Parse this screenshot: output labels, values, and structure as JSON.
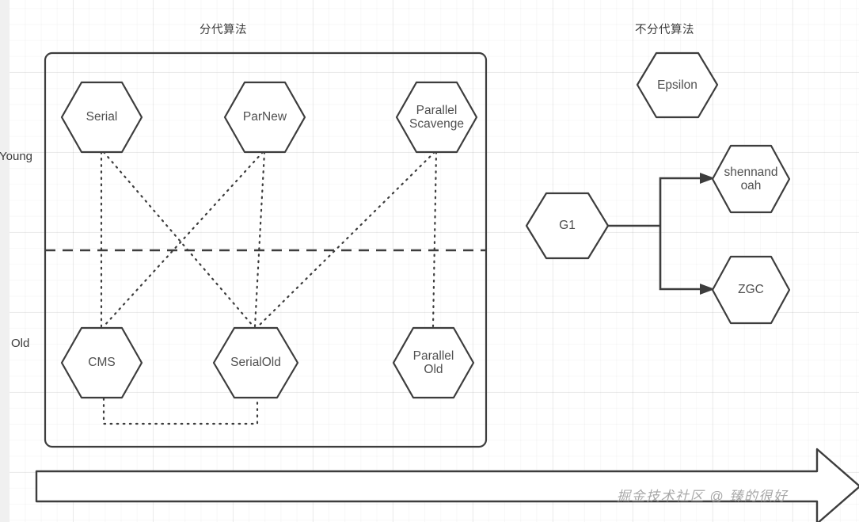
{
  "diagram": {
    "titles": {
      "generational": "分代算法",
      "non_generational": "不分代算法"
    },
    "axis_labels": {
      "young": "Young",
      "old": "Old"
    },
    "watermark": "掘金技术社区 @ 臻的很好",
    "colors": {
      "stroke": "#3d3d3d",
      "text": "#4f4f4f",
      "grid_minor": "#f2f2f2",
      "grid_major": "#e8e8e8",
      "gutter": "#f0f0f0",
      "watermark": "#9a9a9a"
    },
    "generational_group": {
      "young_collectors": [
        {
          "id": "serial",
          "label": "Serial"
        },
        {
          "id": "parnew",
          "label": "ParNew"
        },
        {
          "id": "parallel-scavenge",
          "label": "Parallel\nScavenge"
        }
      ],
      "old_collectors": [
        {
          "id": "cms",
          "label": "CMS"
        },
        {
          "id": "serialold",
          "label": "SerialOld"
        },
        {
          "id": "parallel-old",
          "label": "Parallel\nOld"
        }
      ],
      "pairings": [
        {
          "from": "Serial",
          "to": "CMS"
        },
        {
          "from": "Serial",
          "to": "SerialOld"
        },
        {
          "from": "ParNew",
          "to": "CMS"
        },
        {
          "from": "ParNew",
          "to": "SerialOld"
        },
        {
          "from": "Parallel Scavenge",
          "to": "SerialOld"
        },
        {
          "from": "Parallel Scavenge",
          "to": "Parallel Old"
        },
        {
          "from": "CMS",
          "to": "SerialOld"
        }
      ]
    },
    "non_generational_group": {
      "collectors": [
        {
          "id": "epsilon",
          "label": "Epsilon"
        },
        {
          "id": "g1",
          "label": "G1"
        },
        {
          "id": "shennandoah",
          "label": "shennand\noah"
        },
        {
          "id": "zgc",
          "label": "ZGC"
        }
      ],
      "arrows": [
        {
          "from": "G1",
          "to": "shennandoah"
        },
        {
          "from": "G1",
          "to": "ZGC"
        }
      ]
    }
  }
}
